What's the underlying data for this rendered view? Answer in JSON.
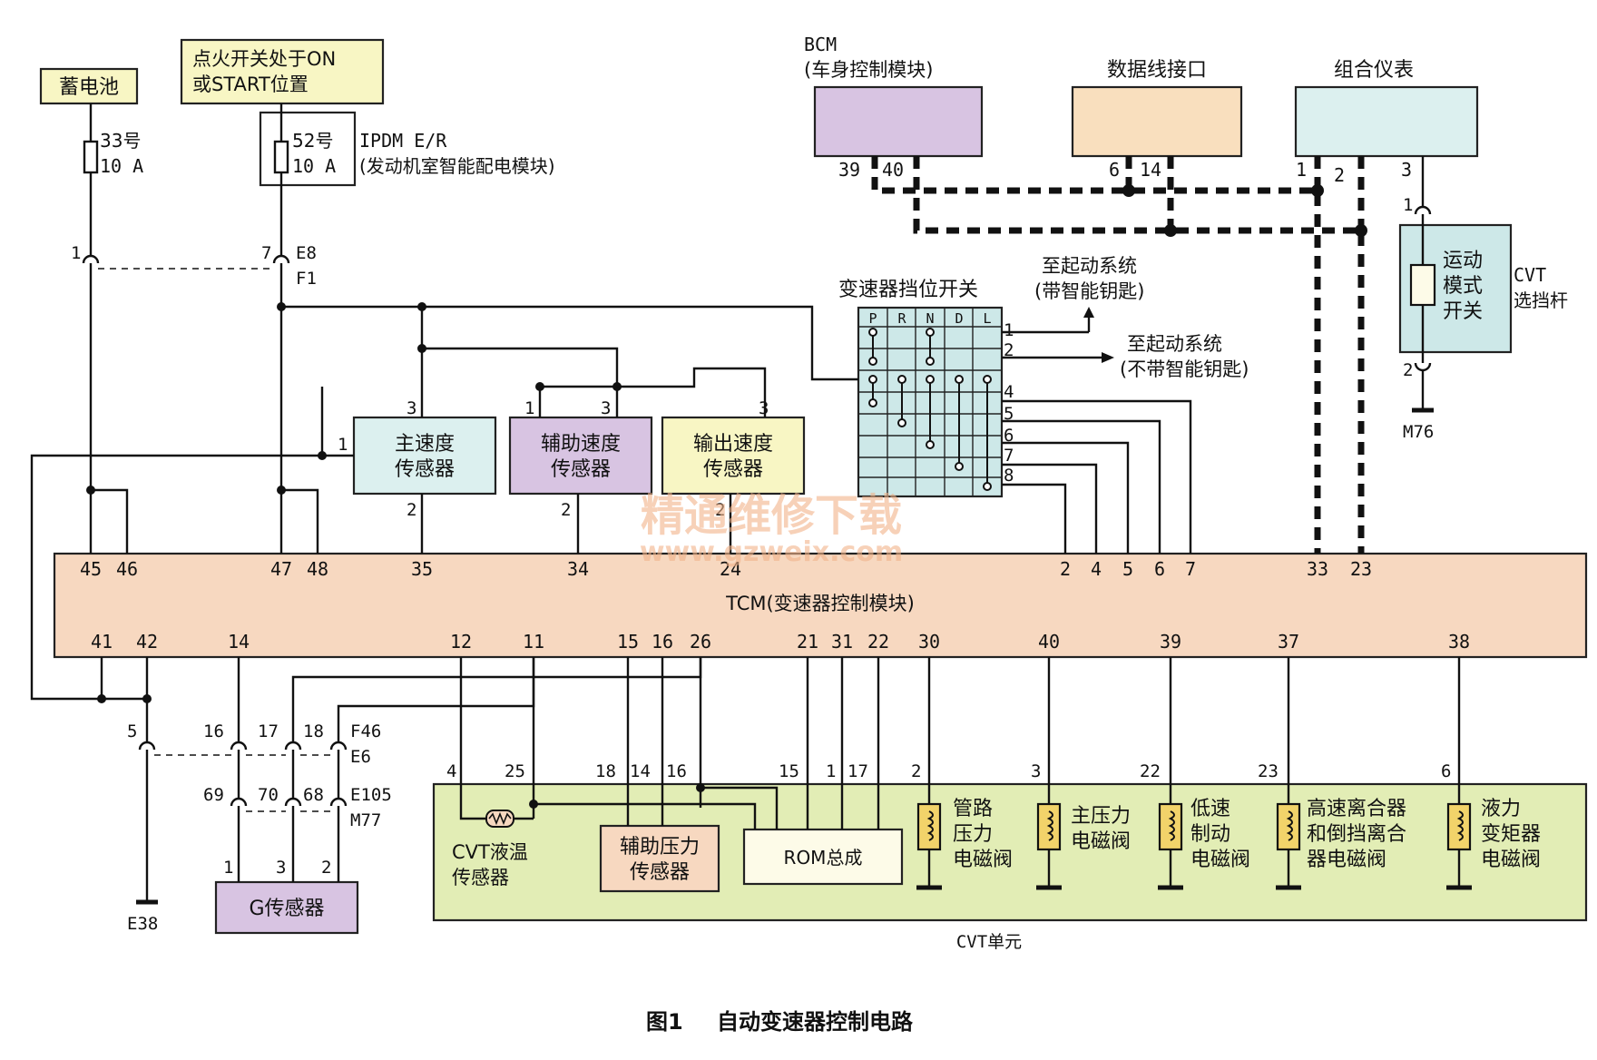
{
  "power": {
    "battery": "蓄电池",
    "ignition_line1": "点火开关处于ON",
    "ignition_line2": "或START位置",
    "fuse33_name": "33号",
    "fuse33_rating": "10 A",
    "fuse52_name": "52号",
    "fuse52_rating": "10 A",
    "ipdm_name": "IPDM E/R",
    "ipdm_desc": "(发动机室智能配电模块)",
    "conn_e8": "E8",
    "conn_f1": "F1",
    "pin_1": "1",
    "pin_7": "7"
  },
  "top_modules": {
    "bcm_name": "BCM",
    "bcm_desc": "(车身控制模块)",
    "bcm_pin39": "39",
    "bcm_pin40": "40",
    "dlc": "数据线接口",
    "dlc_pin6": "6",
    "dlc_pin14": "14",
    "meter": "组合仪表",
    "meter_pin1": "1",
    "meter_pin2": "2",
    "meter_pin3": "3"
  },
  "sport_switch": {
    "label_l1": "运动",
    "label_l2": "模式",
    "label_l3": "开关",
    "cvt_l1": "CVT",
    "cvt_l2": "选挡杆",
    "pin1": "1",
    "pin2": "2",
    "ground": "M76"
  },
  "range_switch": {
    "title": "变速器挡位开关",
    "cols": [
      "P",
      "R",
      "N",
      "D",
      "L"
    ],
    "pins": [
      "1",
      "2",
      "4",
      "5",
      "6",
      "7",
      "8"
    ],
    "to_start_smart_l1": "至起动系统",
    "to_start_smart_l2": "(带智能钥匙)",
    "to_start_nosmart_l1": "至起动系统",
    "to_start_nosmart_l2": "(不带智能钥匙)"
  },
  "sensors": {
    "primary_l1": "主速度",
    "primary_l2": "传感器",
    "secondary_l1": "辅助速度",
    "secondary_l2": "传感器",
    "output_l1": "输出速度",
    "output_l2": "传感器",
    "pin1": "1",
    "pin2": "2",
    "pin3": "3"
  },
  "tcm": {
    "name": "TCM(变速器控制模块)",
    "top_pins": [
      "45",
      "46",
      "47",
      "48",
      "35",
      "34",
      "24",
      "2",
      "4",
      "5",
      "6",
      "7",
      "33",
      "23"
    ],
    "bottom_pins": [
      "41",
      "42",
      "14",
      "12",
      "11",
      "15",
      "16",
      "26",
      "21",
      "31",
      "22",
      "30",
      "40",
      "39",
      "37",
      "38"
    ]
  },
  "lower_connectors": {
    "pin5": "5",
    "pin16": "16",
    "pin17": "17",
    "pin18": "18",
    "conn_f46": "F46",
    "conn_e6": "E6",
    "pin69": "69",
    "pin70": "70",
    "pin68": "68",
    "conn_e105": "E105",
    "conn_m77": "M77",
    "g_pin1": "1",
    "g_pin3": "3",
    "g_pin2": "2",
    "ground_e38": "E38",
    "g_sensor": "G传感器"
  },
  "cvt_unit": {
    "name": "CVT单元",
    "pins": [
      "4",
      "25",
      "18",
      "14",
      "16",
      "15",
      "1",
      "17",
      "2",
      "3",
      "22",
      "23",
      "6"
    ],
    "fluid_temp_l1": "CVT液温",
    "fluid_temp_l2": "传感器",
    "sec_press_l1": "辅助压力",
    "sec_press_l2": "传感器",
    "rom": "ROM总成",
    "sol1_l1": "管路",
    "sol1_l2": "压力",
    "sol1_l3": "电磁阀",
    "sol2_l1": "主压力",
    "sol2_l2": "电磁阀",
    "sol3_l1": "低速",
    "sol3_l2": "制动",
    "sol3_l3": "电磁阀",
    "sol4_l1": "高速离合器",
    "sol4_l2": "和倒挡离合",
    "sol4_l3": "器电磁阀",
    "sol5_l1": "液力",
    "sol5_l2": "变矩器",
    "sol5_l3": "电磁阀"
  },
  "caption": {
    "fig": "图1",
    "text": "自动变速器控制电路"
  },
  "watermark": {
    "line1": "精通维修下载",
    "line2": "www.gzweix.com"
  },
  "colors": {
    "tcm_fill": "#f7d8c0",
    "cvt_fill": "#e2edb5",
    "purple_fill": "#d8c4e2",
    "cyan_fill": "#dcf0ef",
    "yellow_fill": "#f8f6c4",
    "dlc_fill": "#f9dfbe",
    "switch_fill": "#cde8e8"
  }
}
